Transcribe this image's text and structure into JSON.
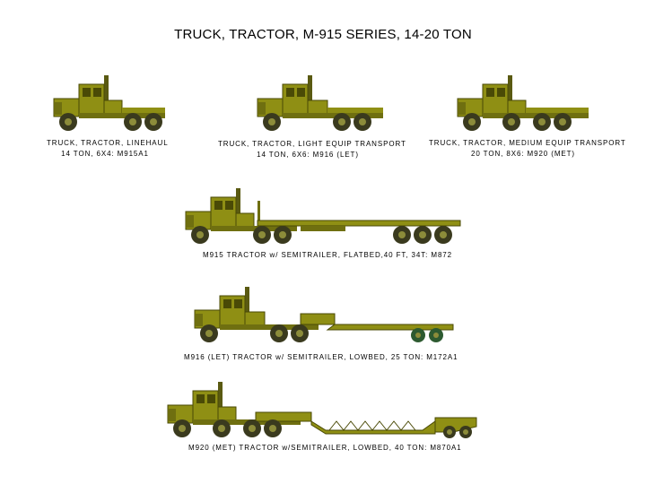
{
  "title": "TRUCK, TRACTOR, M-915 SERIES, 14-20 TON",
  "colors": {
    "olive": "#8f8f14",
    "dark": "#4a4a06",
    "tire": "#3a3a1e",
    "hub": "#8c8c3a",
    "trailer_tire": "#2d5a30"
  },
  "vehicles": [
    {
      "line1": "TRUCK, TRACTOR, LINEHAUL",
      "line2": "14 TON, 6X4:  M915A1"
    },
    {
      "line1": "TRUCK, TRACTOR, LIGHT EQUIP TRANSPORT",
      "line2": "14 TON, 6X6:  M916 (LET)"
    },
    {
      "line1": "TRUCK, TRACTOR, MEDIUM EQUIP TRANSPORT",
      "line2": "20 TON, 8X6:  M920 (MET)"
    },
    {
      "line1": "M915 TRACTOR  w/ SEMITRAILER, FLATBED,40 FT, 34T:  M872"
    },
    {
      "line1": "M916 (LET) TRACTOR w/ SEMITRAILER, LOWBED, 25 TON:  M172A1"
    },
    {
      "line1": "M920 (MET) TRACTOR w/SEMITRAILER, LOWBED, 40 TON:  M870A1"
    }
  ]
}
